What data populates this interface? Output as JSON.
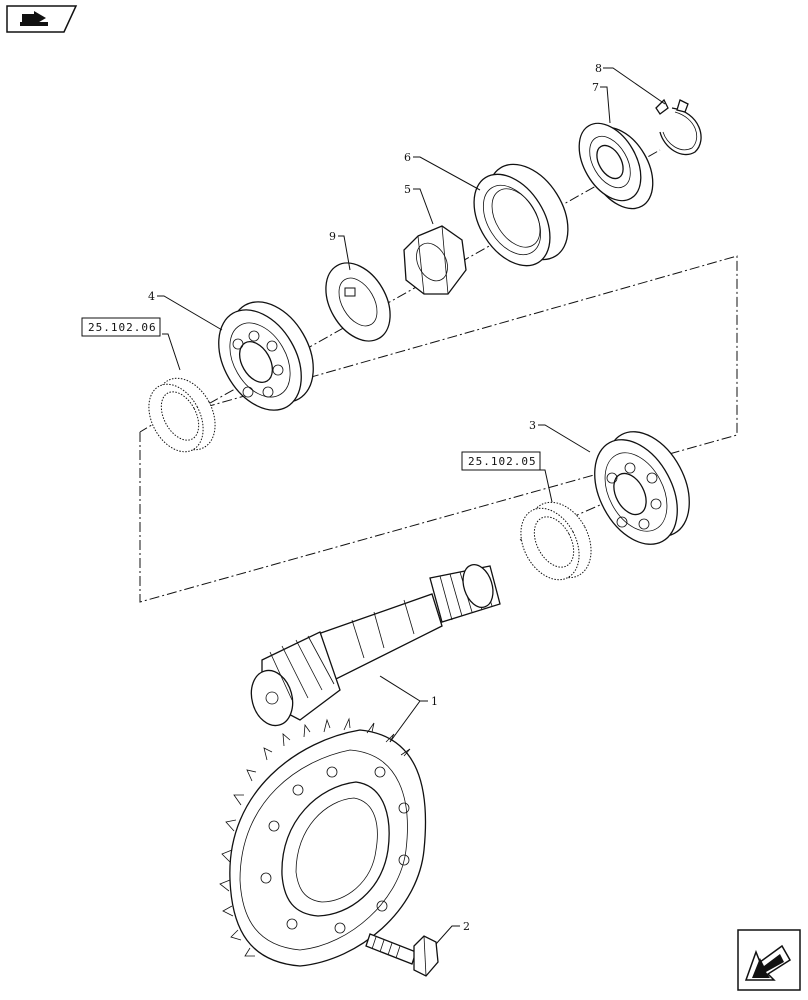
{
  "callouts": {
    "c1": "1",
    "c2": "2",
    "c3": "3",
    "c4": "4",
    "c5": "5",
    "c6": "6",
    "c7": "7",
    "c8": "8",
    "c9": "9"
  },
  "references": {
    "ref_upper": "25.102.06",
    "ref_lower": "25.102.05"
  },
  "icons": {
    "top_left": "pencil-tag-icon",
    "bottom_right": "navigation-arrow-icon"
  }
}
